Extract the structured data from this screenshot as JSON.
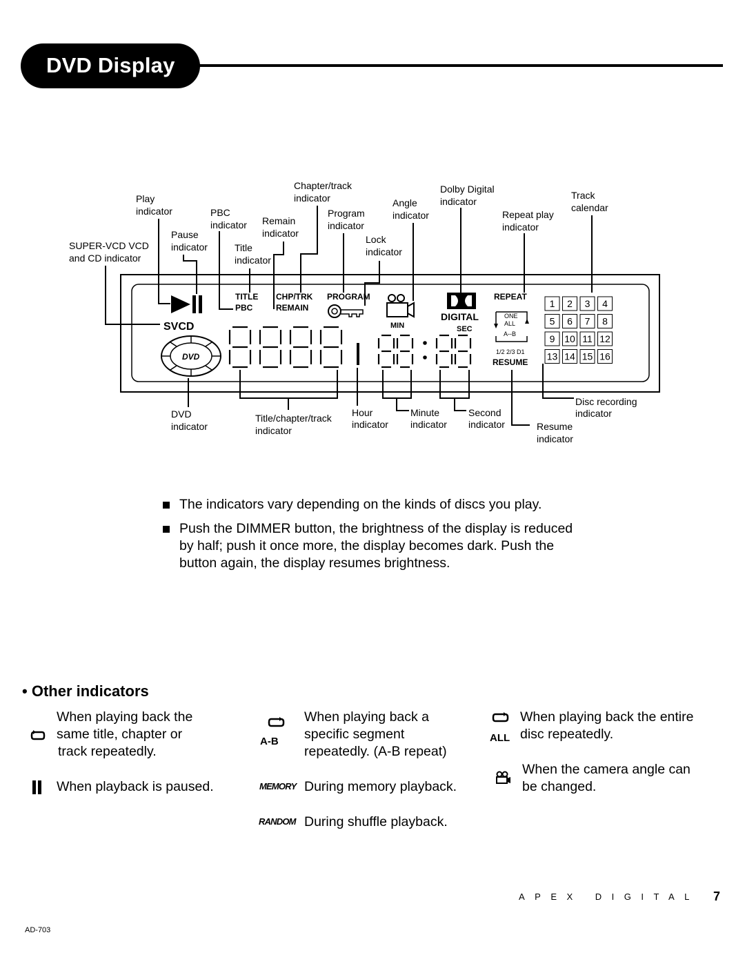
{
  "header": {
    "title": "DVD Display"
  },
  "diagram": {
    "labels": {
      "play": [
        "Play",
        "indicator"
      ],
      "pbc": [
        "PBC",
        "indicator"
      ],
      "pause": [
        "Pause",
        "indicator"
      ],
      "svcd": [
        "SUPER-VCD VCD",
        "and CD indicator"
      ],
      "remain": [
        "Remain",
        "indicator"
      ],
      "title": [
        "Title",
        "indicator"
      ],
      "chapter": [
        "Chapter/track",
        "indicator"
      ],
      "program": [
        "Program",
        "indicator"
      ],
      "lock": [
        "Lock",
        "indicator"
      ],
      "angle": [
        "Angle",
        "indicator"
      ],
      "dolby": [
        "Dolby Digital",
        "indicator"
      ],
      "repeat": [
        "Repeat play",
        "indicator"
      ],
      "track_calendar": [
        "Track",
        "calendar"
      ],
      "dvd": [
        "DVD",
        "indicator"
      ],
      "title_chapter_track": [
        "Title/chapter/track",
        "indicator"
      ],
      "hour": [
        "Hour",
        "indicator"
      ],
      "minute": [
        "Minute",
        "indicator"
      ],
      "second": [
        "Second",
        "indicator"
      ],
      "resume": [
        "Resume",
        "indicator"
      ],
      "disc_recording": [
        "Disc recording",
        "indicator"
      ]
    },
    "lcd": {
      "svcd": "SVCD",
      "dvd_logo": "DVD",
      "title": "TITLE",
      "pbc": "PBC",
      "chp_trk": "CHP/TRK",
      "remain": "REMAIN",
      "program": "PROGRAM",
      "min": "MIN",
      "sec": "SEC",
      "digital": "DIGITAL",
      "repeat": "REPEAT",
      "one": "ONE",
      "all": "ALL",
      "ab": "A--B",
      "fractions": "1/2 2/3 D1",
      "resume": "RESUME",
      "calendar": [
        "1",
        "2",
        "3",
        "4",
        "5",
        "6",
        "7",
        "8",
        "9",
        "10",
        "11",
        "12",
        "13",
        "14",
        "15",
        "16"
      ]
    }
  },
  "bullets": [
    "The indicators vary depending on the kinds of discs you play.",
    "Push the DIMMER button, the brightness of the display is reduced by half; push it once more, the display becomes dark.  Push the button again, the display resumes brightness."
  ],
  "other": {
    "title": "Other indicators",
    "repeat_track": [
      "When playing back the",
      "same title, chapter or",
      "track repeatedly."
    ],
    "ab_symbol": "A-B",
    "repeat_ab": [
      "When playing back a",
      "specific segment",
      "repeatedly. (A-B repeat)"
    ],
    "all_symbol": "ALL",
    "repeat_all": [
      "When playing back the entire",
      "disc repeatedly."
    ],
    "paused": "When playback is paused.",
    "memory_symbol": "MEMORY",
    "memory": "During memory playback.",
    "angle": [
      "When the camera angle can",
      "be changed."
    ],
    "random_symbol": "RANDOM",
    "random": "During shuffle playback."
  },
  "footer": {
    "brand": "APEX DIGITAL",
    "page": "7",
    "model": "AD-703"
  }
}
